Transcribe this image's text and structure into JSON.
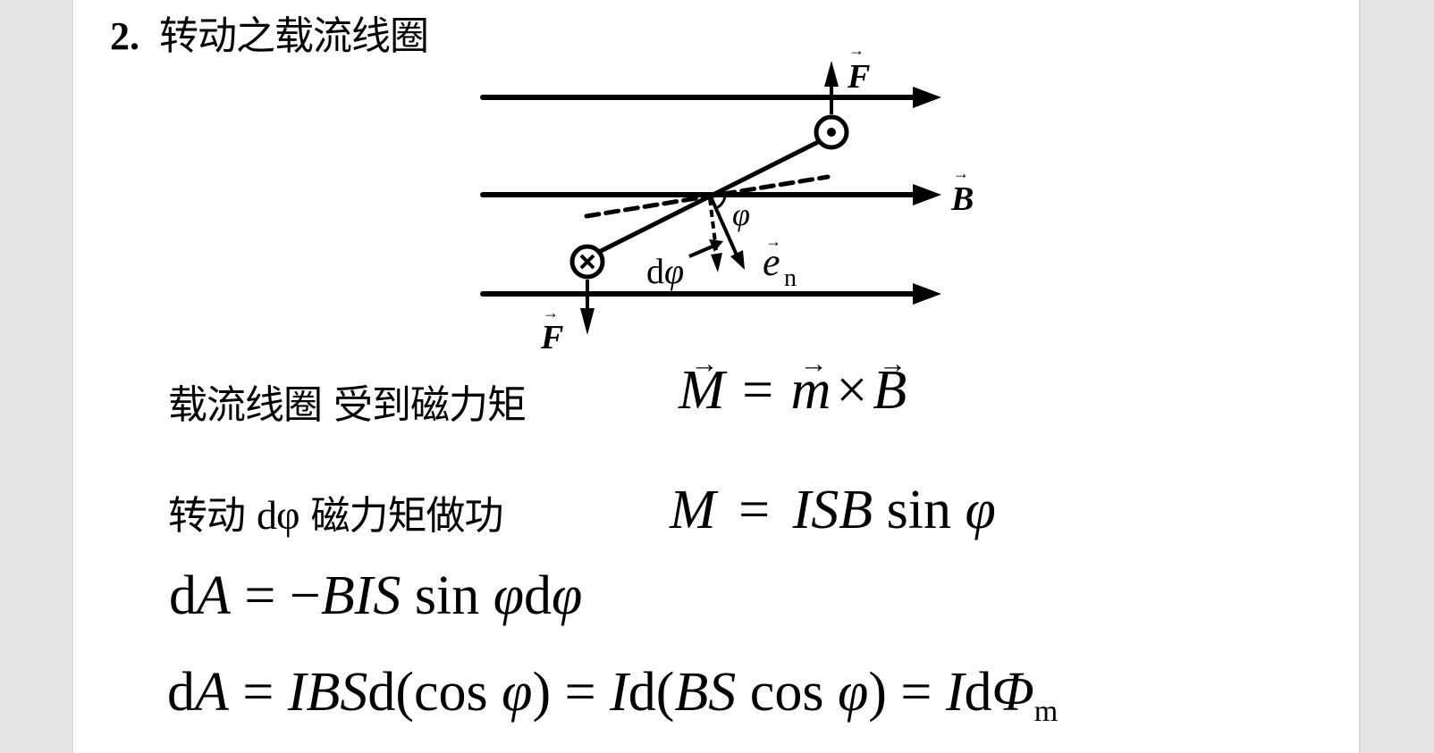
{
  "heading": {
    "number": "2.",
    "title": "转动之载流线圈"
  },
  "diagram": {
    "labels": {
      "force_top": "F",
      "force_bottom": "F",
      "field": "B",
      "angle": "φ",
      "dphi": "dφ",
      "normal": "e",
      "normal_sub": "n"
    },
    "current_out_symbol": "⊙",
    "current_in_symbol": "⊗"
  },
  "lines": [
    {
      "text": "载流线圈 受到磁力矩",
      "formula": "M = m × B"
    },
    {
      "text_a": "转动 ",
      "text_dphi": "dφ",
      "text_b": " 磁力矩做功",
      "formula": "M = ISB sin φ"
    },
    {
      "formula": "dA = −BIS sin φdφ"
    },
    {
      "formula": "dA = IBSd(cos φ) = Id(BS cos φ) = IdΦm"
    }
  ],
  "math": {
    "eq1": {
      "M": "M",
      "eq": "=",
      "m": "m",
      "times": "×",
      "B": "B"
    },
    "eq2": {
      "M": "M",
      "eq": "=",
      "ISB": "ISB",
      "sin": "sin",
      "phi": "φ"
    },
    "eq3": {
      "d": "d",
      "A": "A",
      "eq": " = −",
      "BIS": "BIS",
      "sin": " sin ",
      "phi1": "φ",
      "d2": "d",
      "phi2": "φ"
    },
    "eq4": {
      "d": "d",
      "A": "A",
      "eq1": " = ",
      "IBS": "IBS",
      "dcos": "d(cos ",
      "phi1": "φ",
      "close1": ") = ",
      "I1": "I",
      "d2": "d(",
      "BS": "BS",
      "cos2": " cos ",
      "phi2": "φ",
      "close2": ") = ",
      "I2": "I",
      "d3": "d",
      "Phi": "Φ",
      "sub": "m"
    }
  }
}
